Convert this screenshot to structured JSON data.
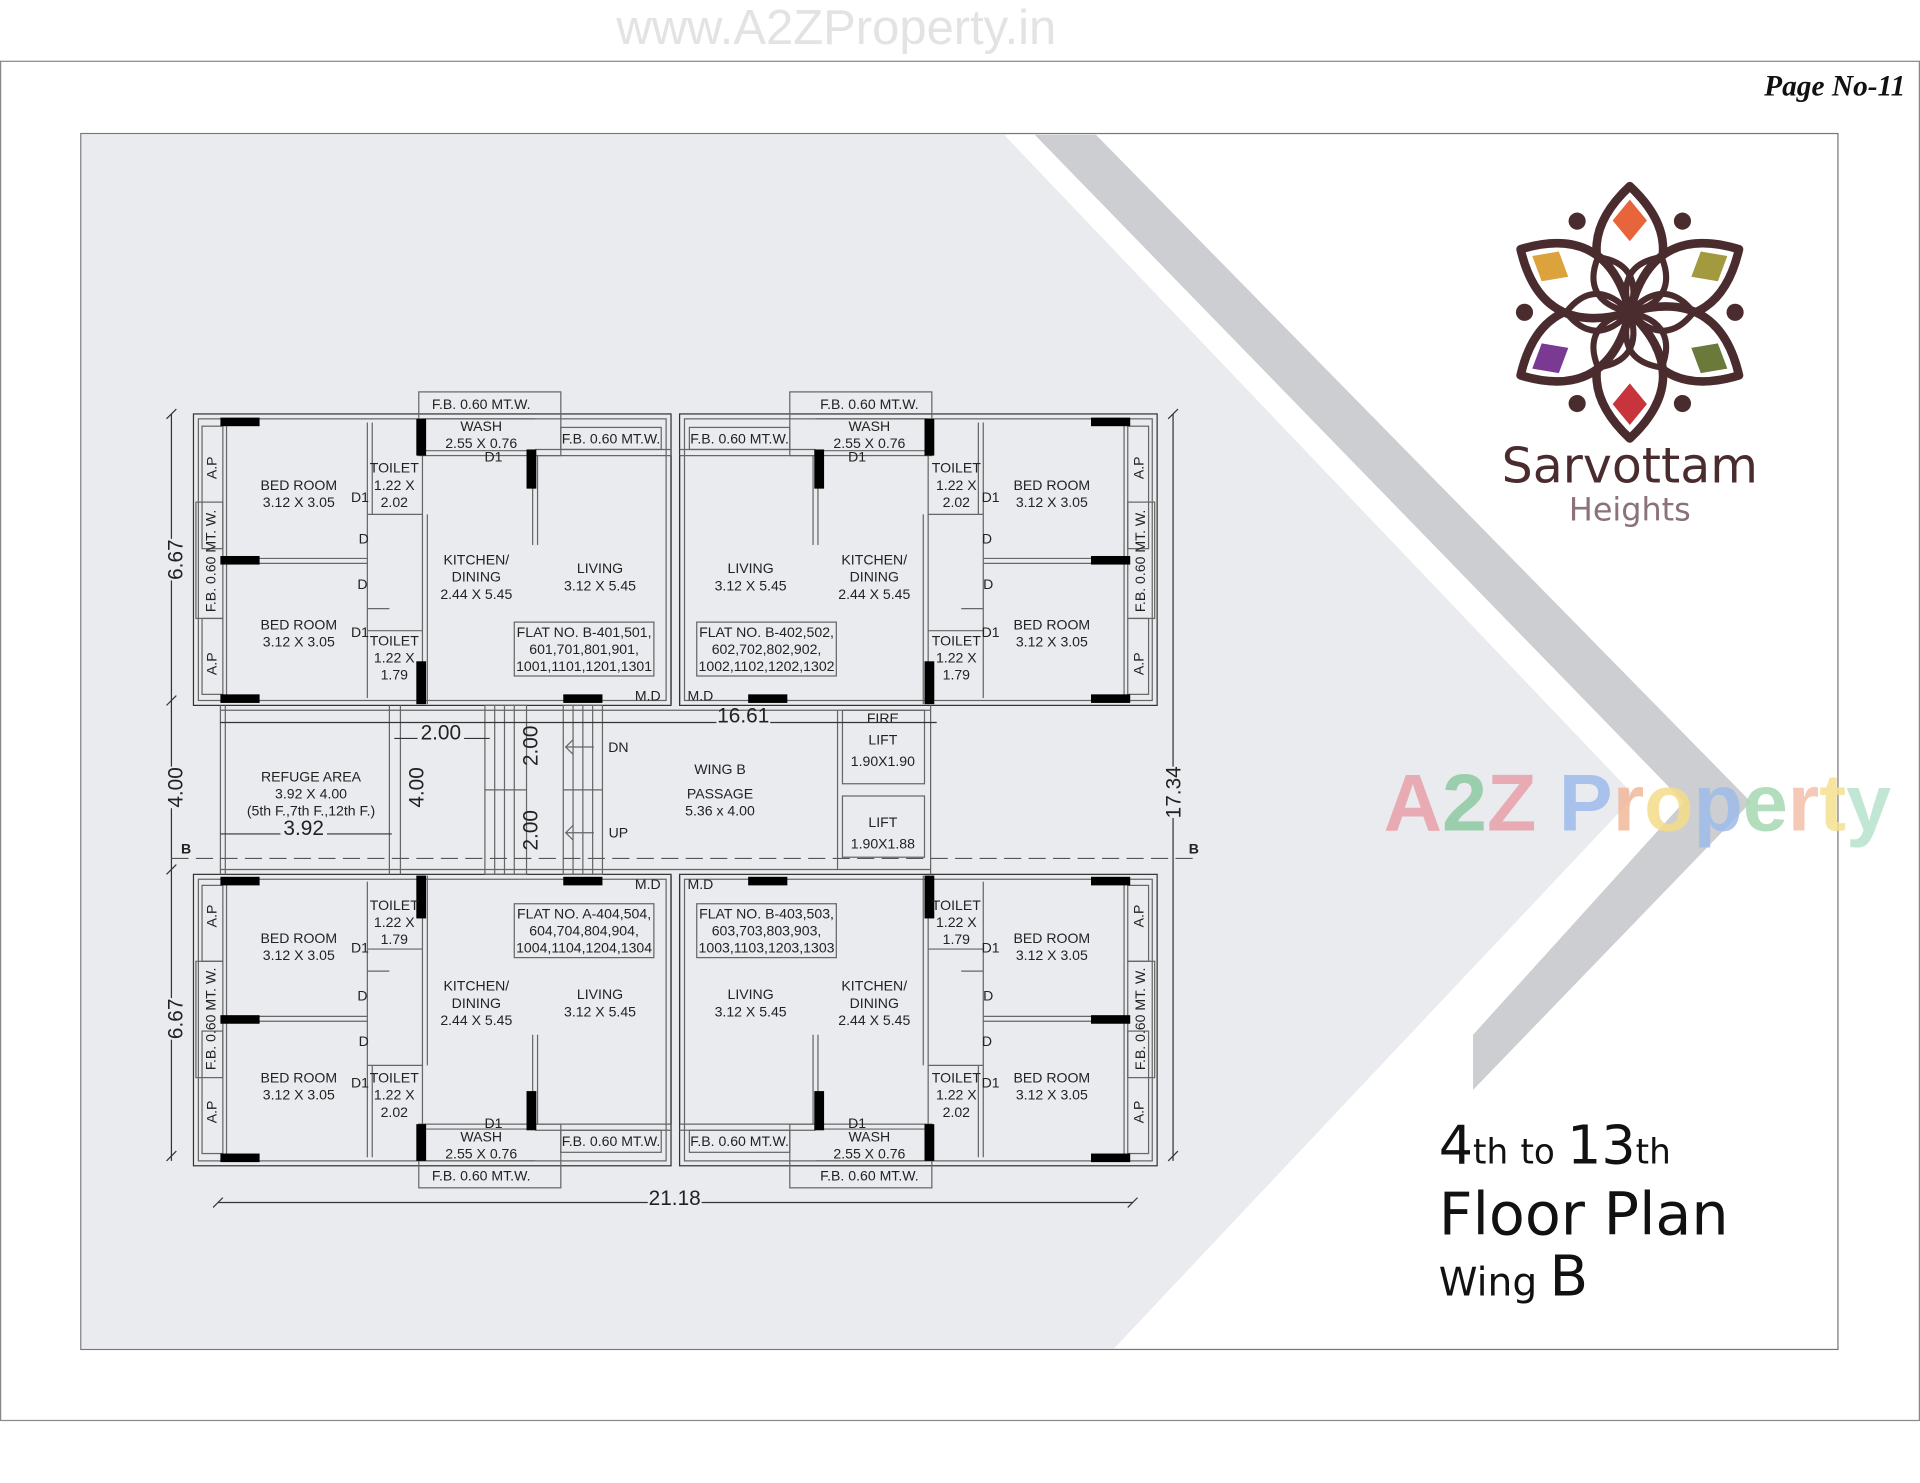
{
  "watermark_top": "www.A2ZProperty.in",
  "watermark_brand": {
    "letters": [
      "A",
      "2",
      "Z",
      " ",
      "P",
      "r",
      "o",
      "p",
      "e",
      "r",
      "t",
      "y"
    ],
    "colors": [
      "#e8a0a8",
      "#8cc9a0",
      "#e8a0a8",
      "",
      "#9dbbea",
      "#f0b89a",
      "#f5dc8a",
      "#9dbbea",
      "#a6d8b2",
      "#f3c0a8",
      "#f5e08e",
      "#b6e2cc"
    ]
  },
  "page_no": "Page No-11",
  "logo": {
    "name": "Sarvottam",
    "sub": "Heights",
    "brown": "#4a2c2f",
    "petal_colors": [
      "#e8643a",
      "#a39a3f",
      "#6b7a3a",
      "#c8343b",
      "#7a3a94",
      "#dca23c"
    ]
  },
  "title": {
    "from_num": "4",
    "from_suf": "th",
    "to": "to",
    "to_num": "13",
    "to_suf": "th",
    "line2": "Floor Plan",
    "wing_word": "Wing",
    "wing_letter": "B"
  },
  "room_labels": {
    "bedroom": [
      "BED ROOM",
      "3.12 X 3.05"
    ],
    "toilet_large": [
      "TOILET",
      "1.22 X",
      "2.02"
    ],
    "toilet_small": [
      "TOILET",
      "1.22 X",
      "1.79"
    ],
    "wash": [
      "WASH",
      "2.55 X 0.76"
    ],
    "kitchen": [
      "KITCHEN/",
      "DINING",
      "2.44 X 5.45"
    ],
    "living": [
      "LIVING",
      "3.12 X 5.45"
    ],
    "door_d1": "D1",
    "door_d": "D",
    "main_door": "M.D",
    "fb": "F.B. 0.60 MT.W.",
    "fb_vertical": "F.B. 0.60 MT. W.",
    "ap": "A.P"
  },
  "flats": [
    {
      "flat_no": [
        "FLAT NO. B-401,501,",
        "601,701,801,901,",
        "1001,1101,1201,1301"
      ]
    },
    {
      "flat_no": [
        "FLAT NO. B-402,502,",
        "602,702,802,902,",
        "1002,1102,1202,1302"
      ]
    },
    {
      "flat_no": [
        "FLAT NO. A-404,504,",
        "604,704,804,904,",
        "1004,1104,1204,1304"
      ]
    },
    {
      "flat_no": [
        "FLAT NO. B-403,503,",
        "603,703,803,903,",
        "1003,1103,1203,1303"
      ]
    }
  ],
  "core": {
    "refuge": [
      "REFUGE AREA",
      "3.92 X 4.00",
      "(5th F.,7th F.,12th F.)"
    ],
    "wing": "WING B",
    "passage": [
      "PASSAGE",
      "5.36 x 4.00"
    ],
    "fire_lift": [
      "FIRE",
      "LIFT",
      "1.90X1.90"
    ],
    "lift": [
      "LIFT",
      "1.90X1.88"
    ],
    "dn": "DN",
    "up": "UP"
  },
  "dimensions": {
    "overall_width": "21.18",
    "overall_depth": "17.34",
    "corridor_length": "16.61",
    "left_top": "6.67",
    "left_mid": "4.00",
    "left_bottom": "6.67",
    "refuge_width": "3.92",
    "refuge_depth": "4.00",
    "lobby_width": "2.00",
    "stair_flight_1": "2.00",
    "stair_flight_2": "2.00",
    "section_mark": "B"
  }
}
